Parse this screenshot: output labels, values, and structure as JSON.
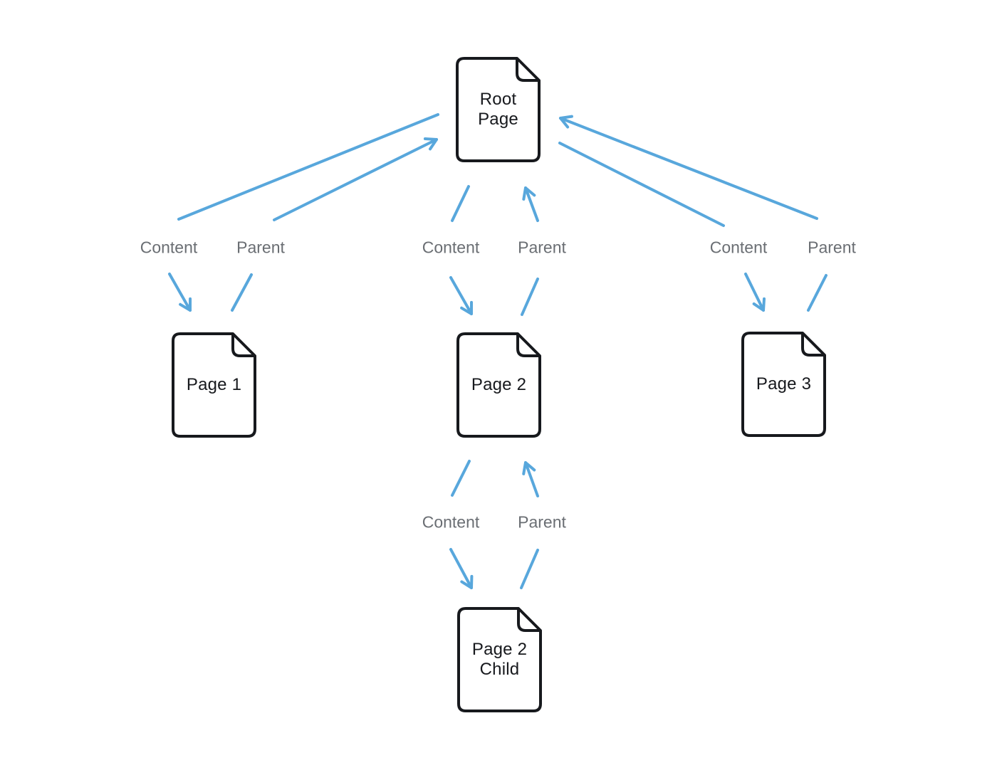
{
  "diagram": {
    "type": "page-hierarchy",
    "colors": {
      "background": "#ffffff",
      "arrow": "#58A7DC",
      "edge_label_text": "#6a6e73",
      "node_stroke": "#17191d",
      "node_text": "#17191d"
    },
    "nodes": [
      {
        "id": "root",
        "label": "Root Page"
      },
      {
        "id": "page1",
        "label": "Page 1"
      },
      {
        "id": "page2",
        "label": "Page 2"
      },
      {
        "id": "page3",
        "label": "Page 3"
      },
      {
        "id": "page2-child",
        "label": "Page 2 Child"
      }
    ],
    "edges": [
      {
        "from": "root",
        "to": "page1",
        "label": "Content"
      },
      {
        "from": "page1",
        "to": "root",
        "label": "Parent"
      },
      {
        "from": "root",
        "to": "page2",
        "label": "Content"
      },
      {
        "from": "page2",
        "to": "root",
        "label": "Parent"
      },
      {
        "from": "root",
        "to": "page3",
        "label": "Content"
      },
      {
        "from": "page3",
        "to": "root",
        "label": "Parent"
      },
      {
        "from": "page2",
        "to": "page2-child",
        "label": "Content"
      },
      {
        "from": "page2-child",
        "to": "page2",
        "label": "Parent"
      }
    ]
  }
}
